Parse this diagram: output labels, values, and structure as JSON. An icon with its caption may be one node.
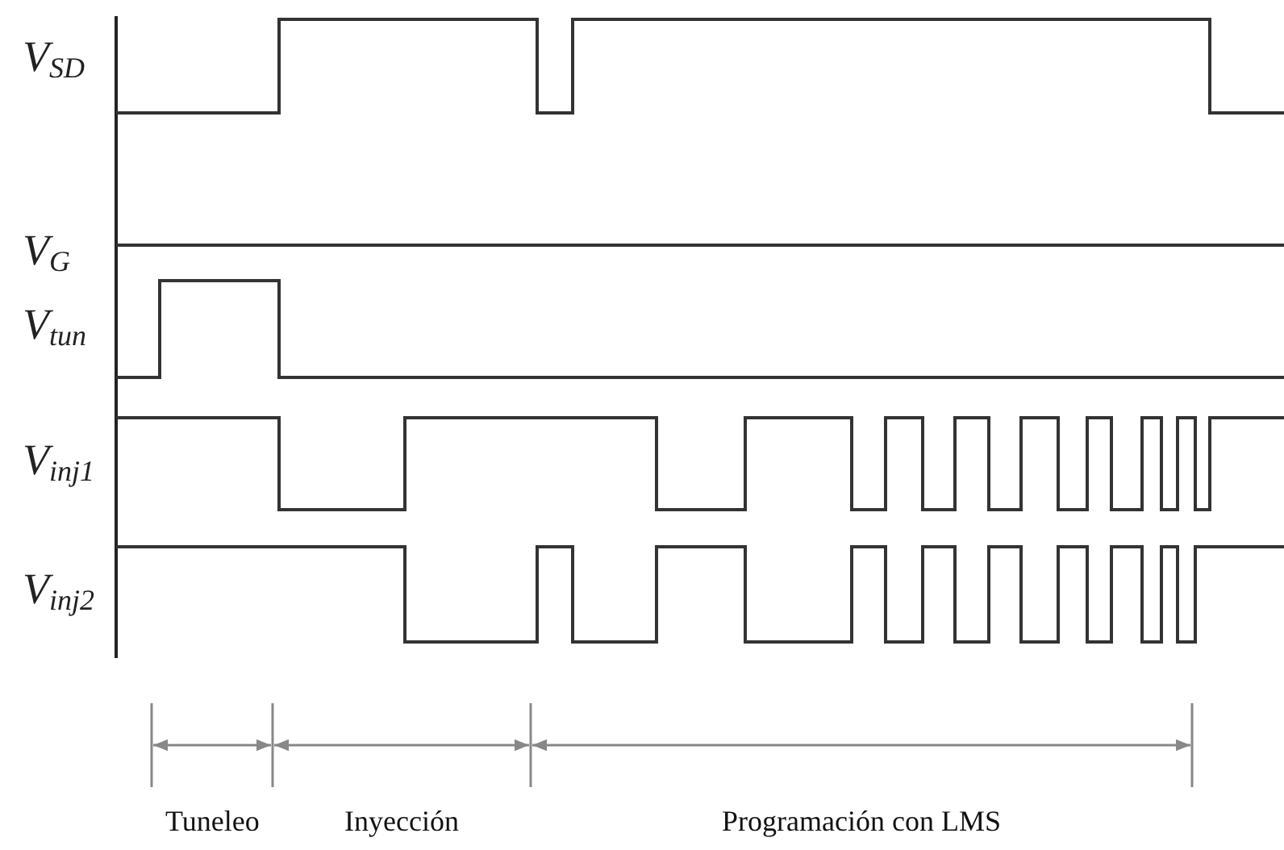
{
  "diagram": {
    "labels": [
      "V$_{SD}$",
      "V$_{G}$",
      "V$_{tun}$",
      "V$_{inj1}$",
      "V$_{inj2}$",
      "Tuneleo",
      "Inyección",
      "Programación con LMS"
    ]
  }
}
